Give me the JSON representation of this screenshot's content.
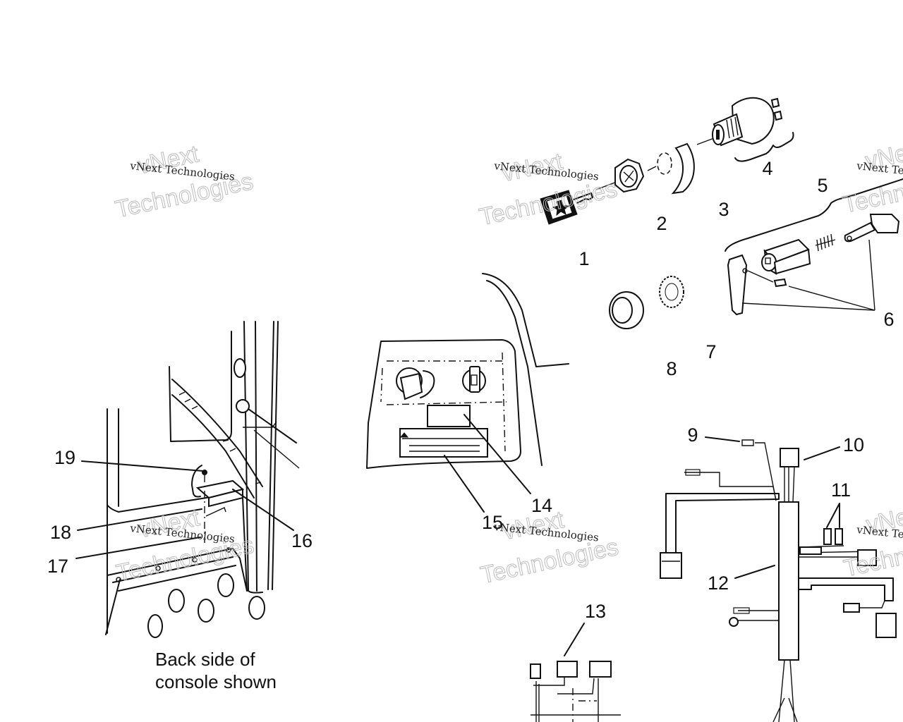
{
  "diagram": {
    "type": "exploded-parts-diagram",
    "subject": "Ignition switch, console and wiring harness assembly",
    "callouts": [
      {
        "id": "1",
        "label": "1",
        "part": "key"
      },
      {
        "id": "2",
        "label": "2",
        "part": "hex-nut"
      },
      {
        "id": "3",
        "label": "3",
        "part": "curved-washer"
      },
      {
        "id": "4",
        "label": "4",
        "part": "ignition-switch"
      },
      {
        "id": "5",
        "label": "5",
        "part": "switch-assembly"
      },
      {
        "id": "6",
        "label": "6",
        "part": "lever-and-pin"
      },
      {
        "id": "7",
        "label": "7",
        "part": "lock-washer"
      },
      {
        "id": "8",
        "label": "8",
        "part": "retaining-nut"
      },
      {
        "id": "9",
        "label": "9",
        "part": "terminal"
      },
      {
        "id": "10",
        "label": "10",
        "part": "connector"
      },
      {
        "id": "11",
        "label": "11",
        "part": "fuse-holders"
      },
      {
        "id": "12",
        "label": "12",
        "part": "wiring-harness"
      },
      {
        "id": "13",
        "label": "13",
        "part": "relay-circuit"
      },
      {
        "id": "14",
        "label": "14",
        "part": "decal-blank"
      },
      {
        "id": "15",
        "label": "15",
        "part": "warning-decal"
      },
      {
        "id": "16",
        "label": "16",
        "part": "bracket"
      },
      {
        "id": "17",
        "label": "17",
        "part": "screw"
      },
      {
        "id": "18",
        "label": "18",
        "part": "clip"
      },
      {
        "id": "19",
        "label": "19",
        "part": "fastener"
      }
    ],
    "caption": {
      "line1": "Back side of",
      "line2": "console shown"
    }
  },
  "watermark": {
    "small_text": "vNext Technologies",
    "big_line1": "vNext",
    "big_line2": "Technologies"
  }
}
